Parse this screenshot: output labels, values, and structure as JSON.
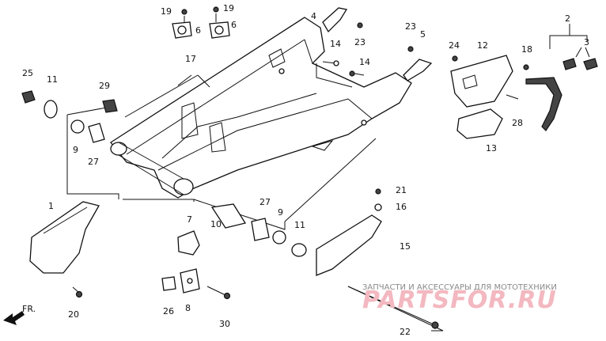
{
  "labels": [
    {
      "id": "p19a",
      "text": "19"
    },
    {
      "id": "p6a",
      "text": "6"
    },
    {
      "id": "p19b",
      "text": "19"
    },
    {
      "id": "p6b",
      "text": "6"
    },
    {
      "id": "p4",
      "text": "4"
    },
    {
      "id": "p23a",
      "text": "23"
    },
    {
      "id": "p23b",
      "text": "23"
    },
    {
      "id": "p5",
      "text": "5"
    },
    {
      "id": "p14a",
      "text": "14"
    },
    {
      "id": "p14b",
      "text": "14"
    },
    {
      "id": "p17",
      "text": "17"
    },
    {
      "id": "p25",
      "text": "25"
    },
    {
      "id": "p11a",
      "text": "11"
    },
    {
      "id": "p29",
      "text": "29"
    },
    {
      "id": "p9a",
      "text": "9"
    },
    {
      "id": "p27a",
      "text": "27"
    },
    {
      "id": "p12",
      "text": "12"
    },
    {
      "id": "p24",
      "text": "24"
    },
    {
      "id": "p18",
      "text": "18"
    },
    {
      "id": "p2",
      "text": "2"
    },
    {
      "id": "p3",
      "text": "3"
    },
    {
      "id": "p28",
      "text": "28"
    },
    {
      "id": "p13",
      "text": "13"
    },
    {
      "id": "p21",
      "text": "21"
    },
    {
      "id": "p16",
      "text": "16"
    },
    {
      "id": "p15",
      "text": "15"
    },
    {
      "id": "p1",
      "text": "1"
    },
    {
      "id": "p7",
      "text": "7"
    },
    {
      "id": "p10",
      "text": "10"
    },
    {
      "id": "p27b",
      "text": "27"
    },
    {
      "id": "p9b",
      "text": "9"
    },
    {
      "id": "p11b",
      "text": "11"
    },
    {
      "id": "p26",
      "text": "26"
    },
    {
      "id": "p8",
      "text": "8"
    },
    {
      "id": "p30",
      "text": "30"
    },
    {
      "id": "p20",
      "text": "20"
    },
    {
      "id": "p22",
      "text": "22"
    }
  ],
  "fr_label": "FR.",
  "watermark": {
    "tagline": "ЗАПЧАСТИ И АКСЕССУАРЫ ДЛЯ МОТОТЕХНИКИ",
    "brand": "PARTSFOR.RU"
  }
}
